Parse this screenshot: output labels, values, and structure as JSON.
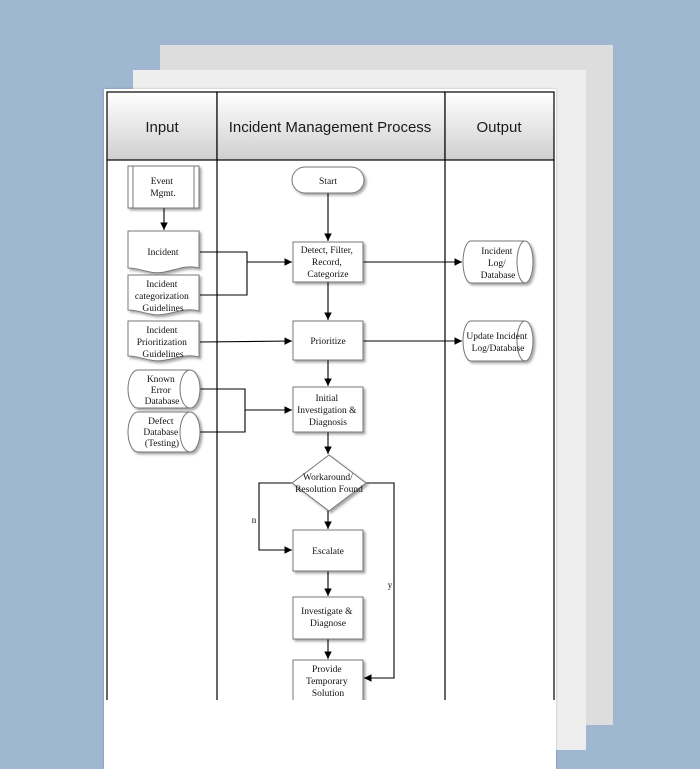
{
  "columns": {
    "input": "Input",
    "process": "Incident Management Process",
    "output": "Output"
  },
  "nodes": {
    "event_mgmt": [
      "Event",
      "Mgmt."
    ],
    "incident": [
      "Incident"
    ],
    "categorization": [
      "Incident",
      "categorization",
      "Guidelines"
    ],
    "prioritization": [
      "Incident",
      "Prioritization",
      "Guidelines"
    ],
    "known_error": [
      "Known",
      "Error",
      "Database"
    ],
    "defect_db": [
      "Defect",
      "Database",
      "(Testing)"
    ],
    "start": [
      "Start"
    ],
    "detect": [
      "Detect, Filter,",
      "Record,",
      "Categorize"
    ],
    "prioritize": [
      "Prioritize"
    ],
    "initial_inv": [
      "Initial",
      "Investigation &",
      "Diagnosis"
    ],
    "workaround": [
      "Workaround/",
      "Resolution Found"
    ],
    "escalate": [
      "Escalate"
    ],
    "investigate": [
      "Investigate &",
      "Diagnose"
    ],
    "provide": [
      "Provide",
      "Temporary",
      "Solution"
    ],
    "incident_log": [
      "Incident",
      "Log/",
      "Database"
    ],
    "update_log": [
      "Update Incident",
      "Log/Database"
    ]
  },
  "edge_labels": {
    "no": "n",
    "yes": "y"
  }
}
